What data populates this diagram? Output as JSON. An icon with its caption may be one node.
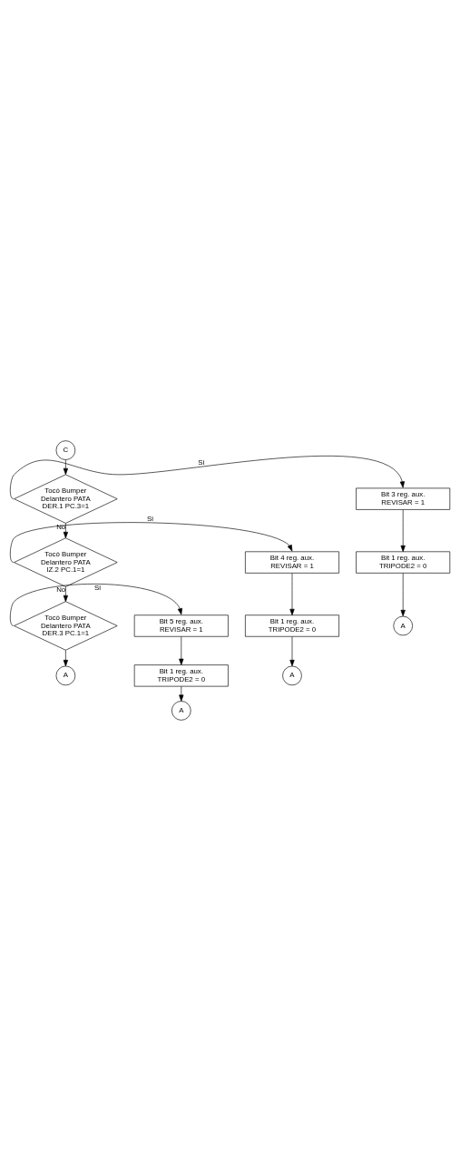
{
  "diagram": {
    "nodes": [
      {
        "text": [
          "C"
        ]
      },
      {
        "text": [
          "Tocó Bumper Delantero PATA DER.1 PC.3=1"
        ]
      },
      {
        "text": [
          "Bit 3 reg. aux. REVISAR = 1"
        ]
      },
      {
        "text": [
          "Bit 1 reg. aux. TRIPODE2 = 0"
        ]
      },
      {
        "text": [
          "A"
        ]
      },
      {
        "text": [
          "Tocó Bumper Delantero PATA IZ.2 PC.1=1"
        ]
      },
      {
        "text": [
          "Bit 4 reg. aux. REVISAR = 1"
        ]
      },
      {
        "text": [
          "Bit 1 reg. aux. TRIPODE2 = 0"
        ]
      },
      {
        "text": [
          "A"
        ]
      },
      {
        "text": [
          "Tocó Bumper Delantero PATA DER.3 PC.1=1"
        ]
      },
      {
        "text": [
          "Bit 5 reg. aux. REVISAR = 1"
        ]
      },
      {
        "text": [
          "Bit 1 reg. aux. TRIPODE2 = 0"
        ]
      },
      {
        "text": [
          "A"
        ]
      },
      {
        "text": [
          "A"
        ]
      }
    ],
    "edges": [
      {
        "from": 0,
        "to": 1,
        "arrow": "to"
      },
      {
        "from": 1,
        "to": 2,
        "arrow": "to",
        "label": "Si"
      },
      {
        "from": 2,
        "to": 3,
        "arrow": "to"
      },
      {
        "from": 3,
        "to": 4,
        "arrow": "to"
      },
      {
        "from": 1,
        "to": 5,
        "arrow": "to",
        "label": "No"
      },
      {
        "from": 5,
        "to": 6,
        "arrow": "to",
        "label": "Si"
      },
      {
        "from": 6,
        "to": 7,
        "arrow": "to"
      },
      {
        "from": 7,
        "to": 8,
        "arrow": "to"
      },
      {
        "from": 5,
        "to": 9,
        "arrow": "to",
        "label": "No"
      },
      {
        "from": 9,
        "to": 10,
        "arrow": "to",
        "label": "Si"
      },
      {
        "from": 10,
        "to": 11,
        "arrow": "to"
      },
      {
        "from": 11,
        "to": 13,
        "arrow": "to"
      },
      {
        "from": 9,
        "to": 12,
        "arrow": "to"
      }
    ]
  }
}
